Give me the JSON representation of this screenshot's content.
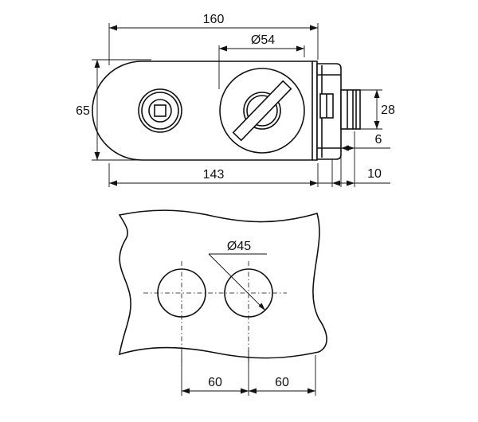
{
  "dimensions": {
    "total_length": "160",
    "knob_diameter": "Ø54",
    "height": "65",
    "body_length": "143",
    "cylinder_height": "28",
    "cylinder_depth": "6",
    "cylinder_length": "10",
    "hole_diameter": "Ø45",
    "hole_spacing_left": "60",
    "hole_spacing_right": "60"
  }
}
